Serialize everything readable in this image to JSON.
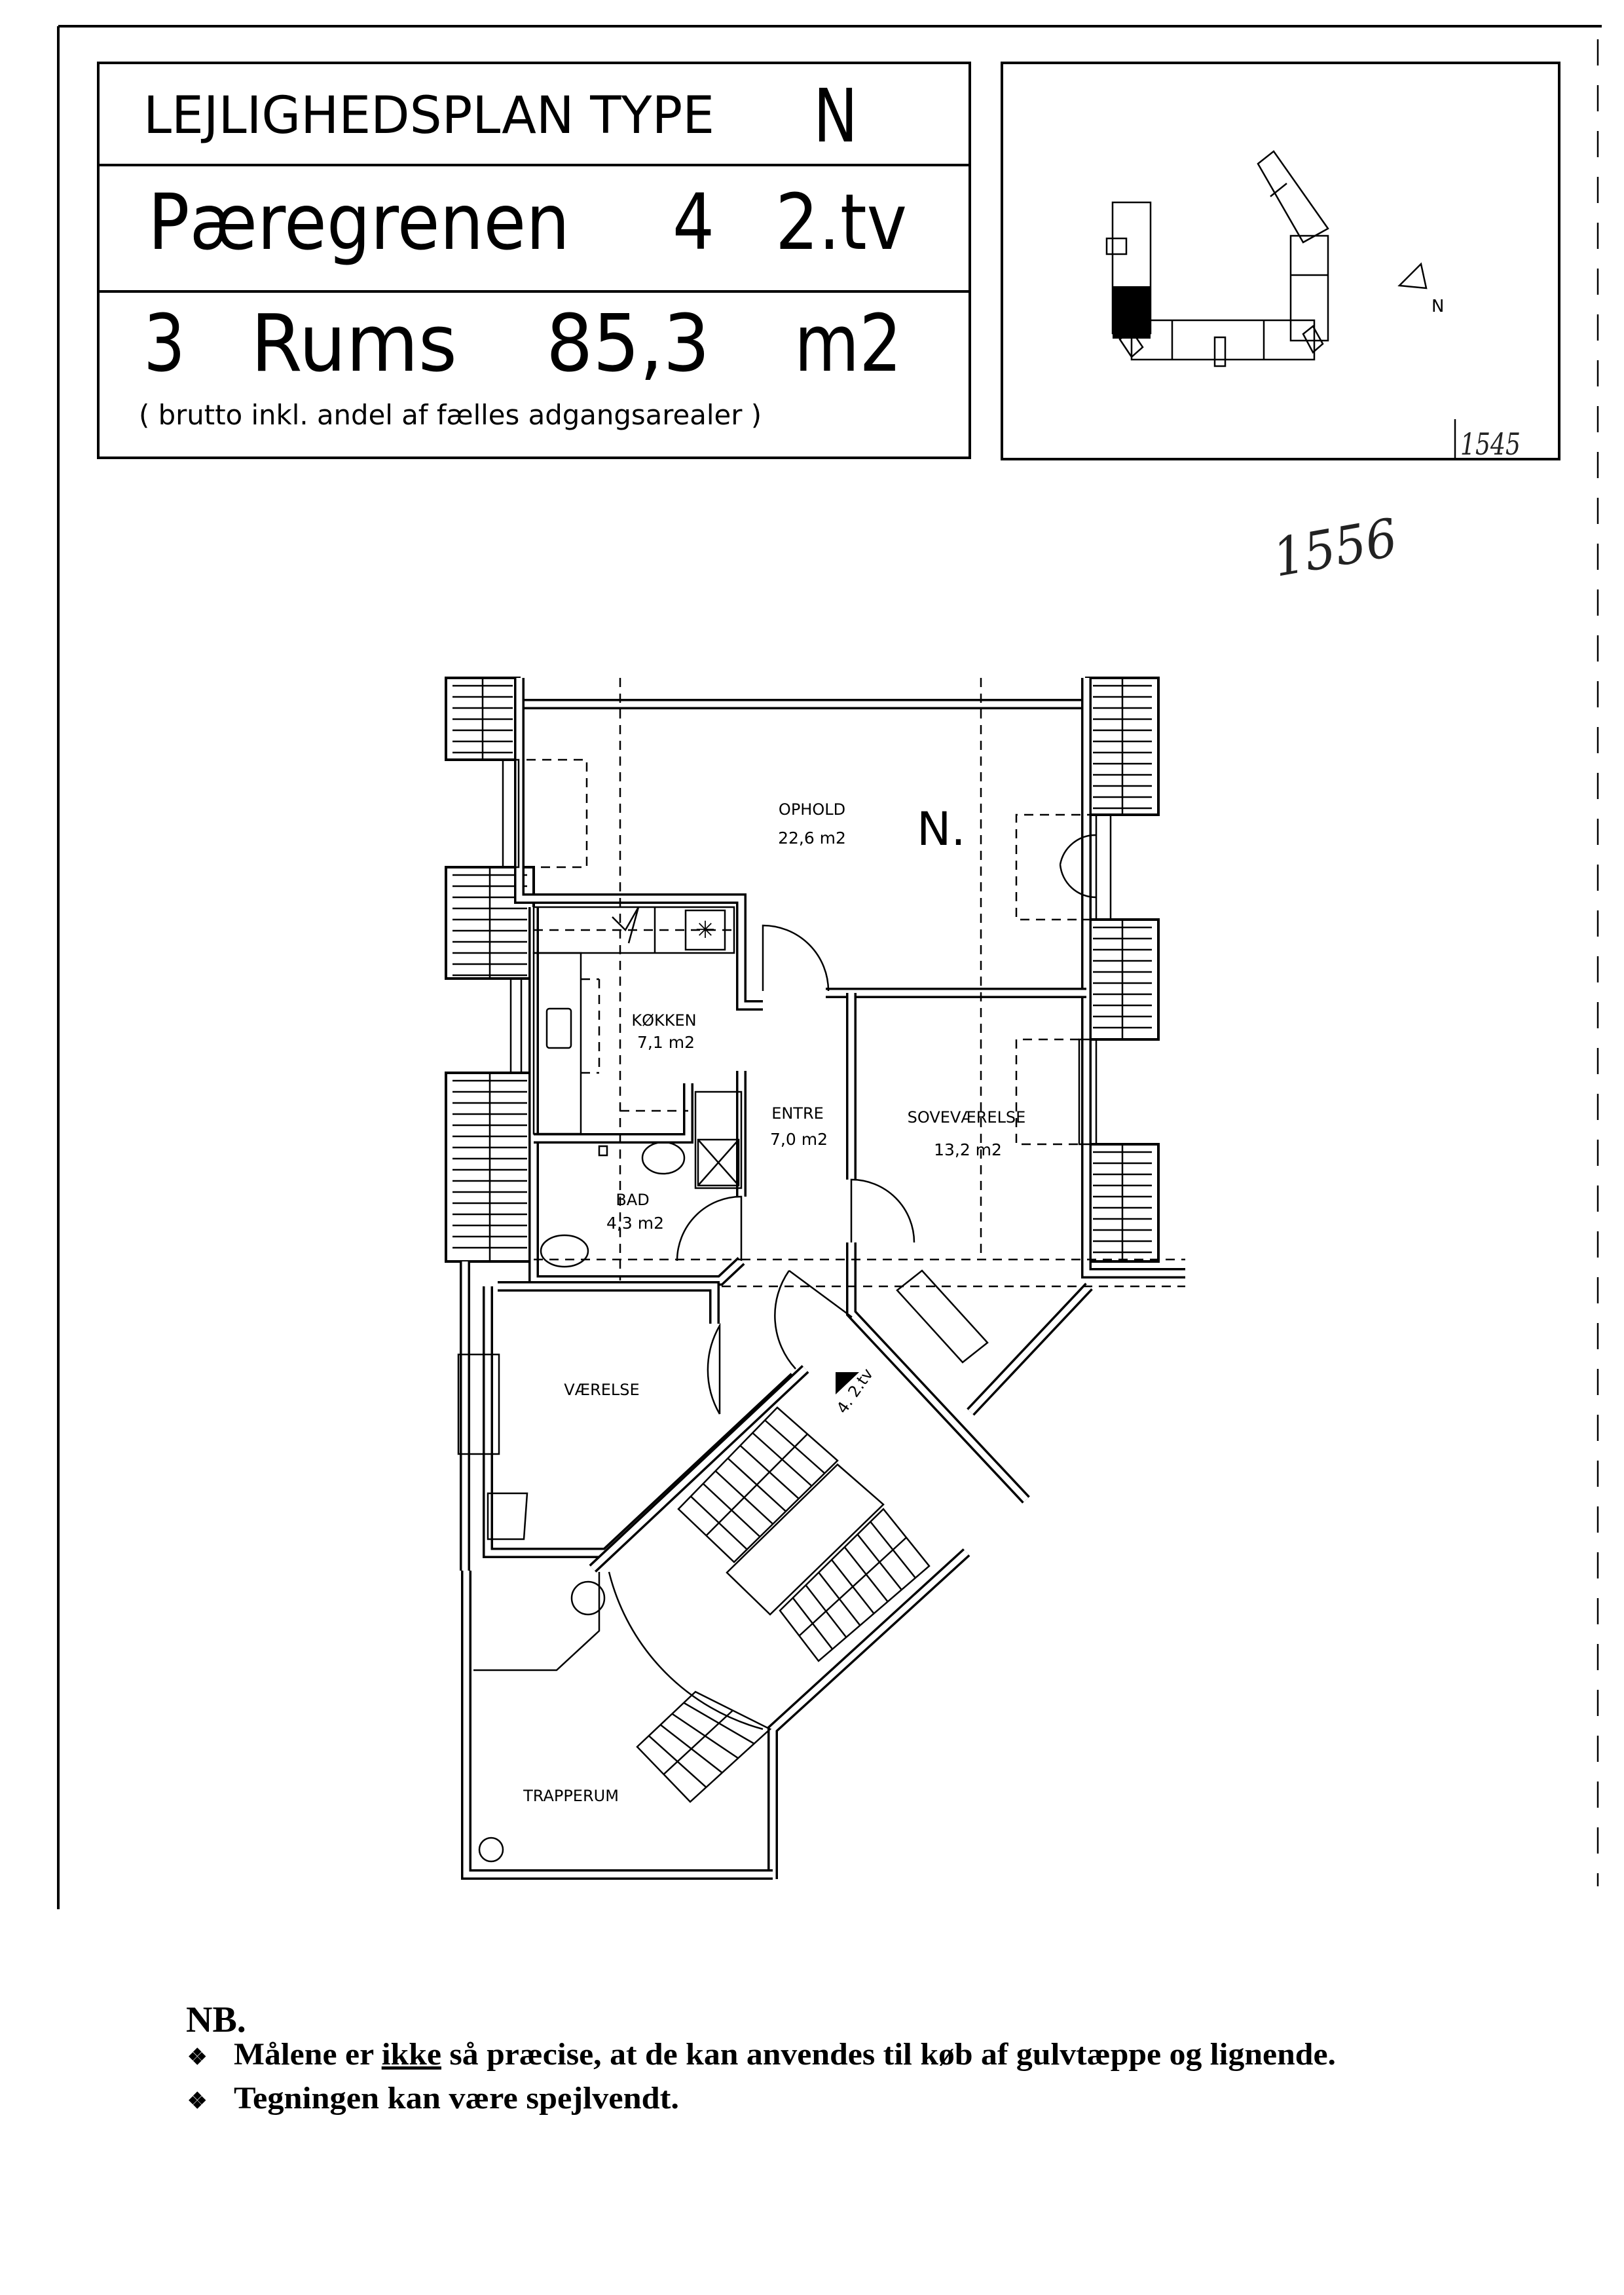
{
  "header": {
    "title": "LEJLIGHEDSPLAN TYPE",
    "type": "N",
    "street": "Pæregrenen",
    "number": "4",
    "floor": "2.tv",
    "rooms_count": "3",
    "rooms_label": "Rums",
    "area": "85,3",
    "area_unit": "m2",
    "note": "( brutto inkl. andel af fælles adgangsarealer )"
  },
  "keymap": {
    "north": "N"
  },
  "handwritten": {
    "box_number": "1545",
    "page_number": "1556"
  },
  "plan": {
    "type_mark": "N.",
    "unit_label": "4. 2.tv",
    "rooms": {
      "ophold": {
        "name": "OPHOLD",
        "area": "22,6 m2"
      },
      "kokken": {
        "name": "KØKKEN",
        "area": "7,1 m2"
      },
      "entre": {
        "name": "ENTRE",
        "area": "7,0 m2"
      },
      "sovevaerelse": {
        "name": "SOVEVÆRELSE",
        "area": "13,2 m2"
      },
      "bad": {
        "name": "BAD",
        "area": "4,3 m2"
      },
      "vaerelse": {
        "name": "VÆRELSE"
      },
      "trapperum": {
        "name": "TRAPPERUM"
      }
    }
  },
  "notes": {
    "title": "NB.",
    "bullet_icon": "❖",
    "line1_before": "Målene er ",
    "line1_emphasis": "ikke",
    "line1_after": " så præcise, at de kan anvendes til køb af gulvtæppe og lignende.",
    "line2": "Tegningen kan være spejlvendt."
  }
}
